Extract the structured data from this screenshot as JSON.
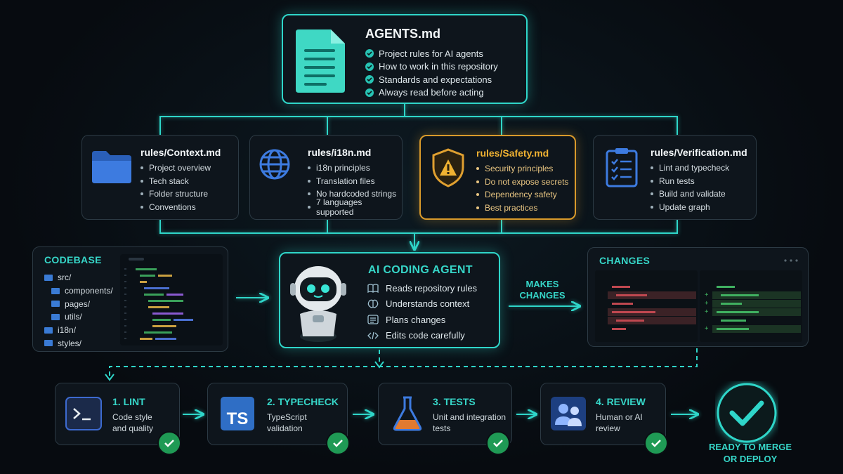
{
  "agents": {
    "title": "AGENTS.md",
    "items": [
      "Project rules for AI agents",
      "How to work in this repository",
      "Standards and expectations",
      "Always read before acting"
    ]
  },
  "rules": [
    {
      "title": "rules/Context.md",
      "icon": "folder-icon",
      "items": [
        "Project overview",
        "Tech stack",
        "Folder structure",
        "Conventions"
      ]
    },
    {
      "title": "rules/i18n.md",
      "icon": "globe-icon",
      "items": [
        "i18n principles",
        "Translation files",
        "No hardcoded strings",
        "7 languages supported"
      ]
    },
    {
      "title": "rules/Safety.md",
      "icon": "shield-warning-icon",
      "items": [
        "Security principles",
        "Do not expose secrets",
        "Dependency safety",
        "Best practices"
      ]
    },
    {
      "title": "rules/Verification.md",
      "icon": "clipboard-checklist-icon",
      "items": [
        "Lint and typecheck",
        "Run tests",
        "Build and validate",
        "Update graph"
      ]
    }
  ],
  "codebase": {
    "title": "CODEBASE",
    "tree": [
      "src/",
      "components/",
      "pages/",
      "utils/",
      "i18n/",
      "styles/"
    ]
  },
  "agent": {
    "title": "AI CODING AGENT",
    "items": [
      "Reads repository rules",
      "Understands context",
      "Plans changes",
      "Edits code carefully"
    ]
  },
  "makes_changes": [
    "MAKES",
    "CHANGES"
  ],
  "changes": {
    "title": "CHANGES"
  },
  "steps": [
    {
      "title": "1. LINT",
      "desc": [
        "Code style",
        "and quality"
      ],
      "icon": "terminal-icon"
    },
    {
      "title": "2. TYPECHECK",
      "desc": [
        "TypeScript",
        "validation"
      ],
      "icon": "typescript-icon",
      "icon_text": "TS"
    },
    {
      "title": "3. TESTS",
      "desc": [
        "Unit and integration",
        "tests"
      ],
      "icon": "flask-icon"
    },
    {
      "title": "4. REVIEW",
      "desc": [
        "Human or AI",
        "review"
      ],
      "icon": "people-icon"
    }
  ],
  "ready": [
    "READY TO MERGE",
    "OR DEPLOY"
  ],
  "colors": {
    "accent": "#2fd6c9",
    "warning": "#d99a2b",
    "success": "#1f9a55",
    "folder": "#3a7bd5"
  }
}
